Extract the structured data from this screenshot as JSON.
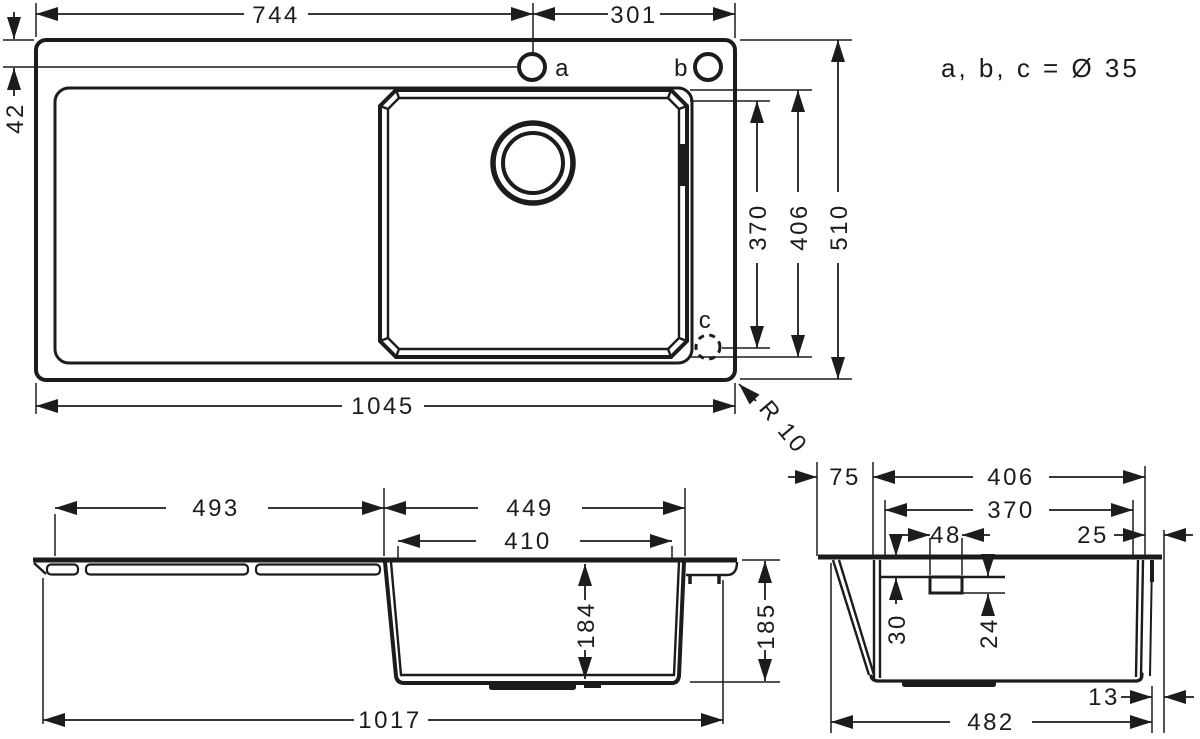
{
  "drawing": {
    "note_holes": "a, b, c = Ø 35",
    "radius_label": "R 10"
  },
  "top_view": {
    "dim_744": "744",
    "dim_301": "301",
    "dim_42": "42",
    "dim_370": "370",
    "dim_406": "406",
    "dim_510": "510",
    "dim_1045": "1045",
    "hole_a": "a",
    "hole_b": "b",
    "hole_c": "c"
  },
  "side_view": {
    "dim_493": "493",
    "dim_449": "449",
    "dim_410": "410",
    "dim_184": "184",
    "dim_185": "185",
    "dim_1017": "1017"
  },
  "end_view": {
    "dim_75": "75",
    "dim_406": "406",
    "dim_370": "370",
    "dim_48": "48",
    "dim_25": "25",
    "dim_30": "30",
    "dim_24": "24",
    "dim_13": "13",
    "dim_482": "482"
  }
}
